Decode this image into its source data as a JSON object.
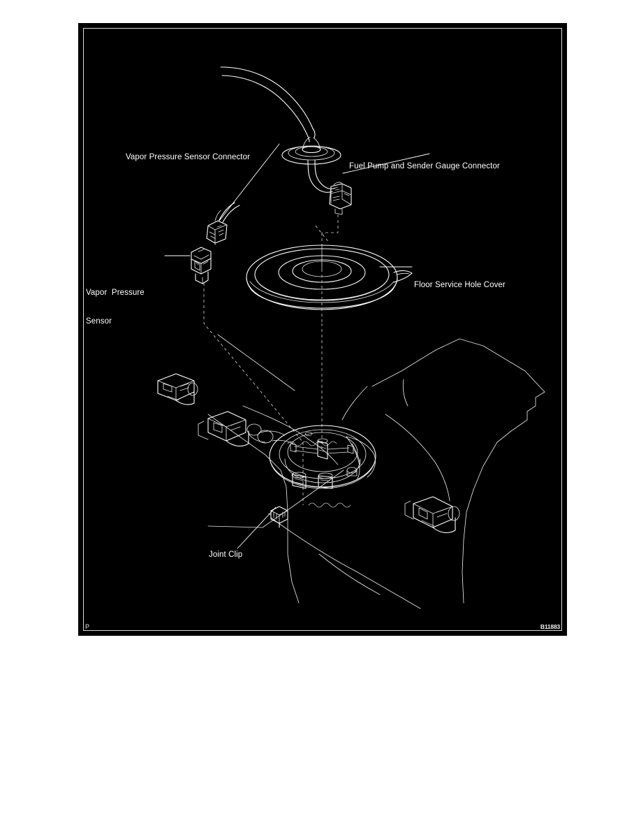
{
  "figure": {
    "background_color": "#000000",
    "page_background_color": "#ffffff",
    "line_color": "#ffffff",
    "corner_mark": "P",
    "figure_code": "B11883",
    "labels": {
      "vapor_pressure_sensor_connector": "Vapor Pressure Sensor Connector",
      "fuel_pump_and_sender_gauge_connector": "Fuel Pump and Sender Gauge Connector",
      "vapor_pressure_sensor_line1": "Vapor  Pressure",
      "vapor_pressure_sensor_line2": "Sensor",
      "floor_service_hole_cover": "Floor Service Hole Cover",
      "joint_clip": "Joint Clip"
    }
  }
}
